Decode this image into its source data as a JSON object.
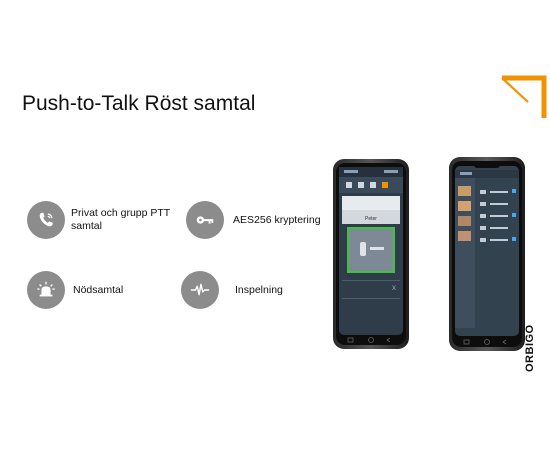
{
  "slide": {
    "title": "Push-to-Talk Röst samtal",
    "brand": "ORBIGO",
    "accent_color": "#f39200"
  },
  "features": [
    {
      "label": "Privat och grupp  PTT samtal",
      "icon": "phone-call-icon"
    },
    {
      "label": "AES256 kryptering",
      "icon": "key-icon"
    },
    {
      "label": "Nödsamtal",
      "icon": "emergency-siren-icon"
    },
    {
      "label": "Inspelning",
      "icon": "waveform-icon"
    }
  ],
  "phones": {
    "left_dialog_title": "Peter",
    "left_close_glyph": "X"
  }
}
